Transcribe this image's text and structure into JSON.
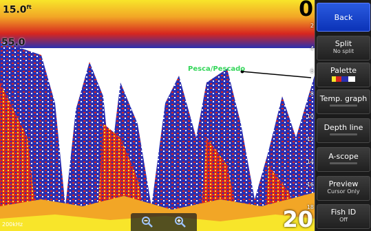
{
  "overlay": {
    "water_temp": "15.0",
    "water_temp_unit": "ft",
    "surface_reading": "55.0",
    "range_top": "0",
    "range_bottom": "20",
    "frequency": "200kHz",
    "target_label": "Pesca/Pescado"
  },
  "depth_scale": [
    "2",
    "4",
    "6",
    "8",
    "10",
    "12",
    "14",
    "16",
    "18"
  ],
  "zoom": {
    "zoom_out_icon": "zoom-out-icon",
    "zoom_in_icon": "zoom-in-icon"
  },
  "menu": {
    "back": "Back",
    "split": "Split",
    "split_value": "No split",
    "palette": "Palette",
    "temp_graph": "Temp. graph",
    "depth_line": "Depth line",
    "a_scope": "A-scope",
    "preview": "Preview",
    "preview_value": "Cursor Only",
    "fish_id": "Fish ID",
    "fish_id_value": "Off"
  },
  "colors": {
    "sonar_surface": "#f8e52a",
    "sonar_strong": "#d7261f",
    "sonar_medium": "#2a2fb0",
    "sonar_weak": "#ffffff",
    "menu_accent": "#1f4fd6",
    "target_text": "#34d65a"
  }
}
